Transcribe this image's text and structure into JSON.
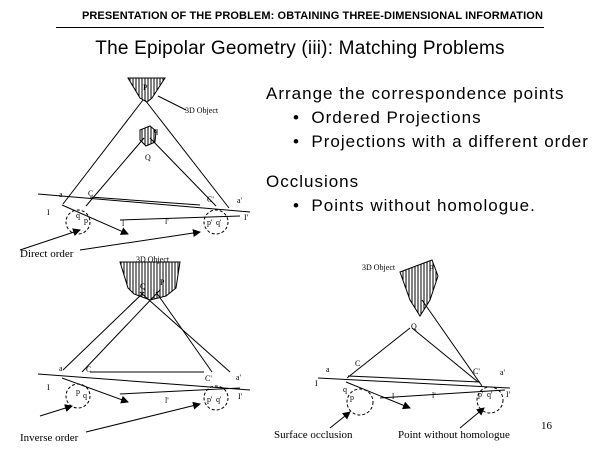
{
  "header": "PRESENTATION OF THE PROBLEM: OBTAINING THREE-DIMENSIONAL INFORMATION",
  "title": "The Epipolar Geometry (iii): Matching Problems",
  "bullets": {
    "heading1": "Arrange the correspondence points",
    "sub1": "Ordered Projections",
    "sub2": "Projections with a different order",
    "heading2": "Occlusions",
    "sub3": "Points without homologue."
  },
  "bullet_glyph": "•",
  "diagram1": {
    "object_label": "3D Object",
    "P": "P",
    "Q": "Q",
    "C": "C",
    "C2": "C'",
    "a": "a",
    "a2": "a'",
    "I": "I",
    "I2": "I'",
    "l": "l",
    "l2": "l'",
    "p": "p",
    "q": "q",
    "p2": "p'",
    "q2": "q'",
    "caption": "Direct order"
  },
  "diagram2": {
    "object_label": "3D Object",
    "P": "P",
    "Q": "Q",
    "C": "C",
    "C2": "C'",
    "a": "a",
    "a2": "a'",
    "I": "I",
    "I2": "I'",
    "l": "l",
    "l2": "l'",
    "p": "p",
    "q": "q",
    "p2": "p'",
    "q2": "q'",
    "caption": "Inverse order"
  },
  "diagram3": {
    "object_label": "3D Object",
    "P": "P",
    "Q": "Q",
    "C": "C",
    "C2": "C'",
    "a": "a",
    "a2": "a'",
    "I": "I",
    "I2": "I'",
    "l": "l",
    "l2": "l'",
    "p": "p",
    "q": "q",
    "p2": "p'",
    "q2": "q'",
    "caption_left": "Surface occlusion",
    "caption_right": "Point without homologue"
  },
  "page_number": "16"
}
